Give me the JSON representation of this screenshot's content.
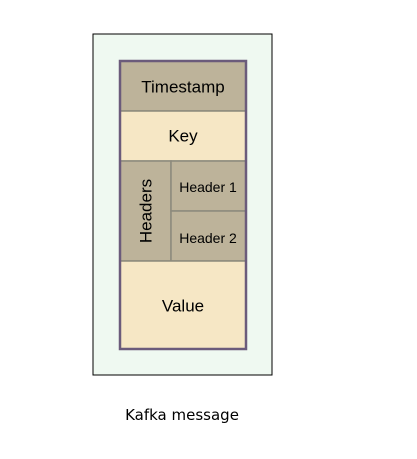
{
  "diagram": {
    "caption": "Kafka message",
    "fields": {
      "timestamp": "Timestamp",
      "key": "Key",
      "headers": "Headers",
      "header_1": "Header 1",
      "header_2": "Header 2",
      "value": "Value"
    }
  },
  "colors": {
    "outer_background": "#eff9f1",
    "outer_border": "#000000",
    "inner_border": "#6b5b7b",
    "dark_field": "#bdb39a",
    "light_field": "#f6e7c5",
    "cell_divider": "#8c8a7c"
  }
}
